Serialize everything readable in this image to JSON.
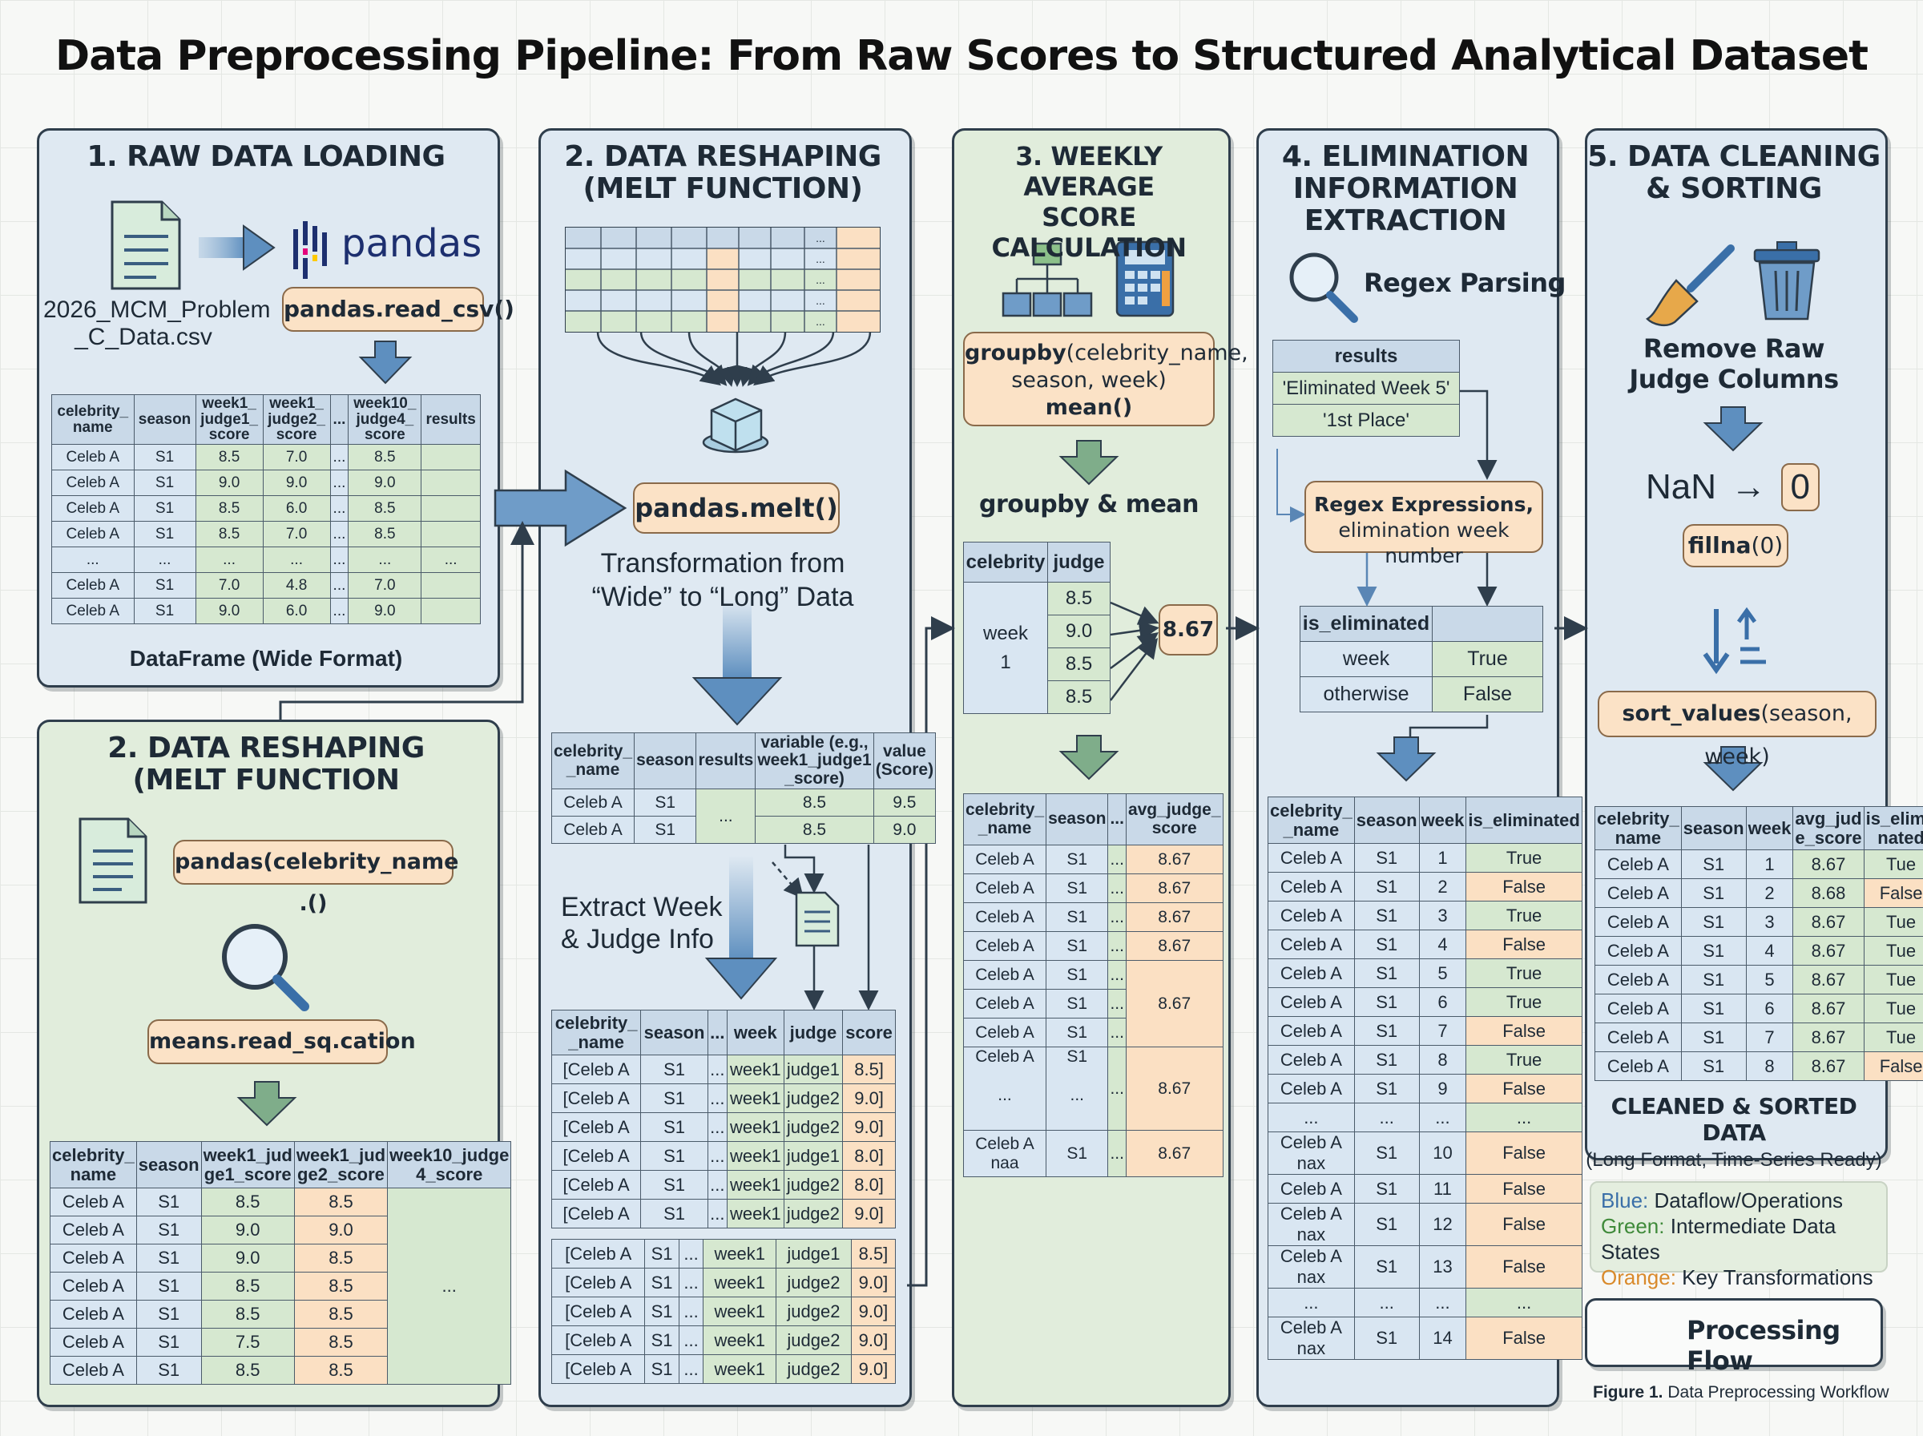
{
  "title": "Data Preprocessing Pipeline: From Raw Scores to Structured Analytical Dataset",
  "panel1": {
    "heading": "1. RAW DATA LOADING",
    "file_label_1": "2026_MCM_Problem",
    "file_label_2": "_C_Data.csv",
    "pandas_logo": "pandas",
    "func": "pandas.read_csv()",
    "table": {
      "headers": [
        "celebrity_\nname",
        "season",
        "week1_\njudge1_\nscore",
        "week1_\njudge2_\nscore",
        "...",
        "week10_\njudge4_\nscore",
        "results"
      ],
      "rows": [
        [
          "Celeb A",
          "S1",
          "8.5",
          "7.0",
          "...",
          "8.5",
          ""
        ],
        [
          "Celeb A",
          "S1",
          "9.0",
          "9.0",
          "...",
          "9.0",
          ""
        ],
        [
          "Celeb A",
          "S1",
          "8.5",
          "6.0",
          "...",
          "8.5",
          ""
        ],
        [
          "Celeb A",
          "S1",
          "8.5",
          "7.0",
          "...",
          "8.5",
          ""
        ],
        [
          "...",
          "...",
          "...",
          "...",
          "...",
          "...",
          "..."
        ],
        [
          "Celeb A",
          "S1",
          "7.0",
          "4.8",
          "...",
          "7.0",
          ""
        ],
        [
          "Celeb A",
          "S1",
          "9.0",
          "6.0",
          "...",
          "9.0",
          ""
        ]
      ]
    },
    "caption": "DataFrame (Wide Format)"
  },
  "panel2b": {
    "heading_1": "2. DATA RESHAPING",
    "heading_2": "(MELT FUNCTION",
    "func1": "pandas(celebrity_name .()",
    "func2": "means.read_sq.cation",
    "table": {
      "headers": [
        "celebrity_\nname",
        "season",
        "week1_jud\nge1_score",
        "week1_jud\nge2_score",
        "week10_judge\n4_score"
      ],
      "rows": [
        [
          "Celeb A",
          "S1",
          "8.5",
          "8.5"
        ],
        [
          "Celeb A",
          "S1",
          "9.0",
          "9.0"
        ],
        [
          "Celeb A",
          "S1",
          "9.0",
          "8.5"
        ],
        [
          "Celeb A",
          "S1",
          "8.5",
          "8.5"
        ],
        [
          "Celeb A",
          "S1",
          "8.5",
          "8.5"
        ],
        [
          "Celeb A",
          "S1",
          "7.5",
          "8.5"
        ],
        [
          "Celeb A",
          "S1",
          "8.5",
          "8.5"
        ]
      ],
      "merged": "..."
    }
  },
  "panel2": {
    "heading_1": "2. DATA RESHAPING",
    "heading_2": "(MELT FUNCTION)",
    "mini_dots": "...",
    "func": "pandas.melt()",
    "desc_1": "Transformation from",
    "desc_2": "“Wide” to “Long” Data",
    "long_table": {
      "headers": [
        "celebrity_\n_name",
        "season",
        "results",
        "variable (e.g.,\nweek1_judge1\n_score)",
        "value\n(Score)"
      ],
      "rows": [
        [
          "Celeb A",
          "S1",
          "8.5",
          "9.5"
        ],
        [
          "Celeb A",
          "S1",
          "8.5",
          "9.0"
        ]
      ],
      "merged": "..."
    },
    "extract_1": "Extract Week",
    "extract_2": "& Judge Info",
    "table": {
      "headers": [
        "celebrity_\n_name",
        "season",
        "...",
        "week",
        "judge",
        "score"
      ],
      "rows_a": [
        [
          "[Celeb A",
          "S1",
          "...",
          "week1",
          "judge1",
          "8.5]"
        ],
        [
          "[Celeb A",
          "S1",
          "...",
          "week1",
          "judge2",
          "9.0]"
        ],
        [
          "[Celeb A",
          "S1",
          "...",
          "week1",
          "judge2",
          "9.0]"
        ],
        [
          "[Celeb A",
          "S1",
          "...",
          "week1",
          "judge1",
          "8.0]"
        ],
        [
          "[Celeb A",
          "S1",
          "...",
          "week1",
          "judge2",
          "8.0]"
        ],
        [
          "[Celeb A",
          "S1",
          "...",
          "week1",
          "judge2",
          "9.0]"
        ]
      ],
      "rows_b": [
        [
          "[Celeb A",
          "S1",
          "...",
          "week1",
          "judge1",
          "8.5]"
        ],
        [
          "[Celeb A",
          "S1",
          "...",
          "week1",
          "judge2",
          "9.0]"
        ],
        [
          "[Celeb A",
          "S1",
          "...",
          "week1",
          "judge2",
          "9.0]"
        ],
        [
          "[Celeb A",
          "S1",
          "...",
          "week1",
          "judge2",
          "9.0]"
        ],
        [
          "[Celeb A",
          "S1",
          "...",
          "week1",
          "judge2",
          "9.0]"
        ]
      ]
    }
  },
  "panel3": {
    "heading_1": "3. WEEKLY AVERAGE",
    "heading_2": "SCORE CALCULATION",
    "func_1a": "groupby",
    "func_1b": "(celebrity_name,",
    "func_2": "season, week)",
    "func_3": "mean()",
    "label": "groupby & mean",
    "mini_headers": [
      "celebrity",
      "judge"
    ],
    "mini_week": "week",
    "mini_week_num": "1",
    "mini_scores": [
      "8.5",
      "9.0",
      "8.5",
      "8.5"
    ],
    "result": "8.67",
    "table": {
      "headers": [
        "celebrity_\n_name",
        "season",
        "...",
        "avg_judge_\nscore"
      ],
      "rows": [
        [
          "Celeb A",
          "S1",
          "...",
          "8.67"
        ],
        [
          "Celeb A",
          "S1",
          "...",
          "8.67"
        ],
        [
          "Celeb A",
          "S1",
          "...",
          "8.67"
        ],
        [
          "Celeb A",
          "S1",
          "...",
          "8.67"
        ]
      ],
      "group1": [
        "Celeb A",
        "Celeb A",
        "Celeb A"
      ],
      "group1_val": "8.67",
      "group2_name": "Celeb A",
      "group2_dots": "...",
      "group2_val": "8.67",
      "last_name": "Celeb A\nnaa",
      "last_val": "8.67",
      "dots": "..."
    }
  },
  "panel4": {
    "heading_1": "4. ELIMINATION",
    "heading_2": "INFORMATION",
    "heading_3": "EXTRACTION",
    "regex_label": "Regex Parsing",
    "results_header": "results",
    "results_rows": [
      "'Eliminated Week 5'",
      "'1st Place'"
    ],
    "regex_box_1": "Regex Expressions,",
    "regex_box_2": "elimination week number",
    "elim_header": "is_eliminated",
    "elim_header_2": "",
    "elim_rows": [
      [
        "week",
        "True"
      ],
      [
        "otherwise",
        "False"
      ]
    ],
    "table": {
      "headers": [
        "celebrity_\n_name",
        "season",
        "week",
        "is_eliminated"
      ],
      "rows": [
        [
          "Celeb A",
          "S1",
          "1",
          "True"
        ],
        [
          "Celeb A",
          "S1",
          "2",
          "False"
        ],
        [
          "Celeb A",
          "S1",
          "3",
          "True"
        ],
        [
          "Celeb A",
          "S1",
          "4",
          "False"
        ],
        [
          "Celeb A",
          "S1",
          "5",
          "True"
        ],
        [
          "Celeb A",
          "S1",
          "6",
          "True"
        ],
        [
          "Celeb A",
          "S1",
          "7",
          "False"
        ],
        [
          "Celeb A",
          "S1",
          "8",
          "True"
        ],
        [
          "Celeb A",
          "S1",
          "9",
          "False"
        ],
        [
          "...",
          "...",
          "...",
          "..."
        ],
        [
          "Celeb A\nnax",
          "S1",
          "10",
          "False"
        ],
        [
          "Celeb A",
          "S1",
          "11",
          "False"
        ],
        [
          "Celeb A\nnax",
          "S1",
          "12",
          "False"
        ],
        [
          "Celeb A\nnax",
          "S1",
          "13",
          "False"
        ],
        [
          "...",
          "...",
          "...",
          "..."
        ],
        [
          "Celeb A\nnax",
          "S1",
          "14",
          "False"
        ]
      ]
    }
  },
  "panel5": {
    "heading_1": "5. DATA CLEANING",
    "heading_2": "& SORTING",
    "remove_1": "Remove Raw",
    "remove_2": "Judge Columns",
    "nan": "NaN",
    "arrow": "→",
    "zero": "0",
    "fillna": "fillna",
    "fillna_arg": "(0)",
    "sort_a": "sort_values",
    "sort_b": "(season, week)",
    "table": {
      "headers": [
        "celebrity_\nname",
        "season",
        "week",
        "avg_jud\ne_score",
        "is_elimi-\nnated"
      ],
      "rows": [
        [
          "Celeb A",
          "S1",
          "1",
          "8.67",
          "Tue"
        ],
        [
          "Celeb A",
          "S1",
          "2",
          "8.68",
          "False"
        ],
        [
          "Celeb A",
          "S1",
          "3",
          "8.67",
          "Tue"
        ],
        [
          "Celeb A",
          "S1",
          "4",
          "8.67",
          "Tue"
        ],
        [
          "Celeb A",
          "S1",
          "5",
          "8.67",
          "Tue"
        ],
        [
          "Celeb A",
          "S1",
          "6",
          "8.67",
          "Tue"
        ],
        [
          "Celeb A",
          "S1",
          "7",
          "8.67",
          "Tue"
        ],
        [
          "Celeb A",
          "S1",
          "8",
          "8.67",
          "False"
        ]
      ]
    },
    "caption_1": "CLEANED & SORTED DATA",
    "caption_2": "(Long Format, Time-Series Ready)"
  },
  "legend": {
    "blue_key": "Blue:",
    "blue_text": " Dataflow/Operations",
    "green_key": "Green:",
    "green_text": " Intermediate Data States",
    "orange_key": "Orange:",
    "orange_text": " Key Transformations",
    "blue_color": "#3a6fa8",
    "green_color": "#3f8a3a",
    "orange_color": "#d98a2b"
  },
  "processing_flow": "Processing Flow",
  "figure_caption_key": "Figure 1.",
  "figure_caption_text": " Data Preprocessing Workflow"
}
